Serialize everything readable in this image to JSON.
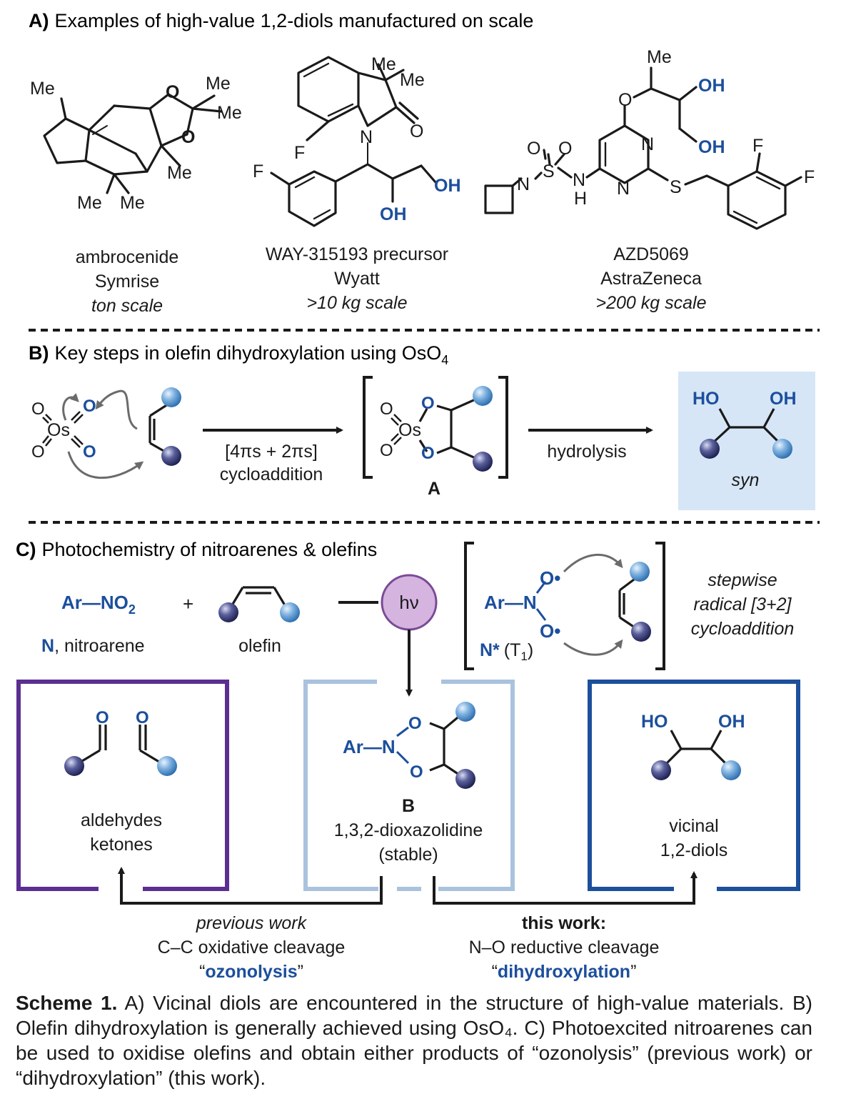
{
  "panel_a": {
    "heading_letter": "A)",
    "heading": "Examples of high-value 1,2-diols manufactured on scale",
    "compounds": [
      {
        "name": "ambrocenide",
        "company": "Symrise",
        "scale": "ton scale"
      },
      {
        "name": "WAY-315193 precursor",
        "company": "Wyatt",
        "scale": ">10 kg scale"
      },
      {
        "name": "AZD5069",
        "company": "AstraZeneca",
        "scale": ">200 kg scale"
      }
    ],
    "atoms": {
      "me": "Me",
      "o": "O",
      "n": "N",
      "f": "F",
      "s": "S",
      "h": "H",
      "oh": "OH"
    }
  },
  "panel_b": {
    "heading_letter": "B)",
    "heading": "Key steps in olefin dihydroxylation using OsO",
    "heading_sub": "4",
    "osmium": "Os",
    "step1_line1": "[4πs + 2πs]",
    "step1_line2": "cycloaddition",
    "intermediate": "A",
    "step2": "hydrolysis",
    "product_ho": "HO",
    "product_oh": "OH",
    "product_label": "syn"
  },
  "panel_c": {
    "heading_letter": "C)",
    "heading": "Photochemistry of nitroarenes & olefins",
    "nitroarene_formula": "Ar—NO",
    "nitroarene_sub": "2",
    "plus": "+",
    "nitroarene_label_bold": "N",
    "nitroarene_label": ", nitroarene",
    "olefin_label": "olefin",
    "light": "hν",
    "excited_ar": "Ar—N",
    "excited_o": "O•",
    "excited_label_bold": "N*",
    "excited_label": "(T",
    "excited_label_sub": "1",
    "excited_label_end": ")",
    "mechanism": [
      "stepwise",
      "radical [3+2]",
      "cycloaddition"
    ],
    "left_box": [
      "aldehydes",
      "ketones"
    ],
    "center_box_letter": "B",
    "center_box": [
      "1,3,2-dioxazolidine",
      "(stable)"
    ],
    "center_ar": "Ar—N",
    "right_box": [
      "vicinal",
      "1,2-diols"
    ],
    "left_path": [
      "previous work",
      "C–C oxidative cleavage",
      "ozonolysis"
    ],
    "right_path": [
      "this work:",
      "N–O reductive cleavage",
      "dihydroxylation"
    ],
    "colors": {
      "purple": "#5b2f91",
      "light_blue": "#a9c2de",
      "dark_blue": "#1c4f9c",
      "highlight": "#d6e6f6",
      "hv_fill": "#d5b4df"
    }
  },
  "caption": {
    "label": "Scheme 1.",
    "text": " A) Vicinal diols are encountered in the structure of high-value materials. B) Olefin dihydroxylation is generally achieved using OsO₄. C) Photoexcited nitroarenes can be used to oxidise olefins and obtain either products of “ozonolysis” (previous work) or “dihydroxylation” (this work)."
  }
}
